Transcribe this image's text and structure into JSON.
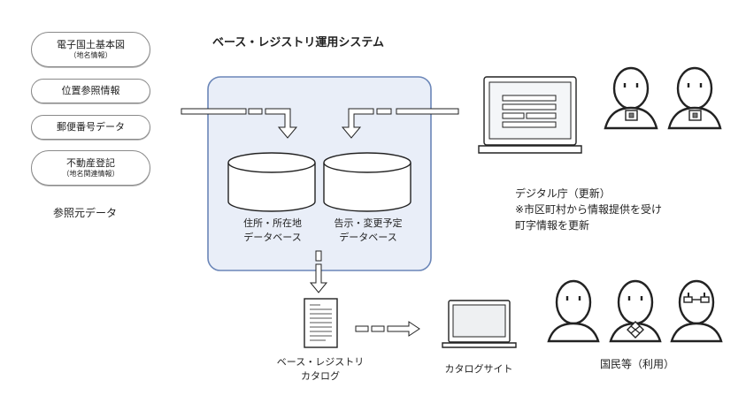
{
  "title": "ベース・レジストリ運用システム",
  "sources": {
    "items": [
      {
        "main": "電子国土基本図",
        "sub": "（地名情報）"
      },
      {
        "main": "位置参照情報",
        "sub": ""
      },
      {
        "main": "郵便番号データ",
        "sub": ""
      },
      {
        "main": "不動産登記",
        "sub": "（地名関連情報）"
      }
    ],
    "caption": "参照元データ"
  },
  "databases": {
    "left": [
      "住所・所在地",
      "データベース"
    ],
    "right": [
      "告示・変更予定",
      "データベース"
    ]
  },
  "catalog": [
    "ベース・レジストリ",
    "カタログ"
  ],
  "catalog_site": "カタログサイト",
  "agency": {
    "lines": [
      "デジタル庁（更新）",
      "※市区町村から情報提供を受け",
      "町字情報を更新"
    ]
  },
  "citizens": "国民等（利用）",
  "colors": {
    "system_fill": "#e9eef8",
    "system_border": "#6b86b8",
    "stroke": "#222222"
  }
}
